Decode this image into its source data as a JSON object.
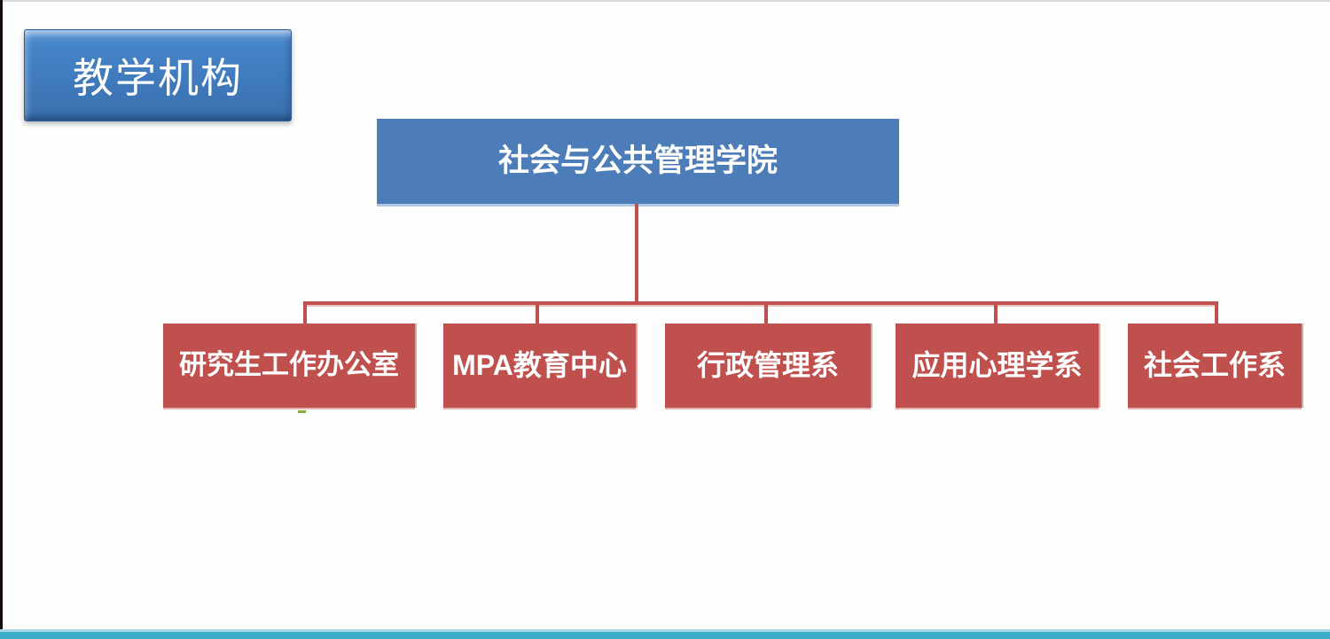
{
  "page": {
    "category_label": "教学机构",
    "colors": {
      "badge_blue": "#4584c8",
      "root_blue": "#4d7db8",
      "department_red": "#c0504d",
      "connector_red": "#c0504d",
      "footer_teal": "#3aadc9",
      "left_strip_black": "#150d0d"
    }
  },
  "org_chart": {
    "type": "org-tree",
    "root": {
      "label": "社会与公共管理学院"
    },
    "children": [
      {
        "label": "研究生工作办公室"
      },
      {
        "label": "MPA教育中心"
      },
      {
        "label": "行政管理系"
      },
      {
        "label": "应用心理学系"
      },
      {
        "label": "社会工作系"
      }
    ]
  }
}
